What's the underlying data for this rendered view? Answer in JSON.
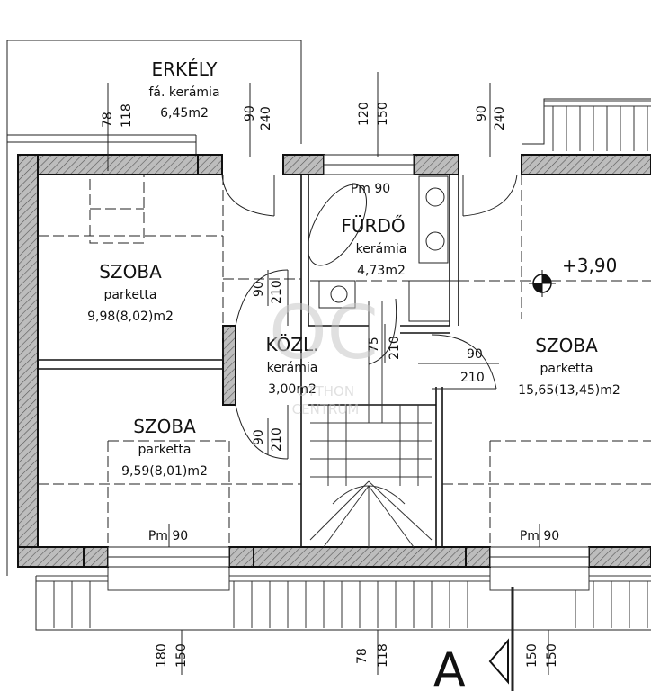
{
  "rooms": {
    "erkely": {
      "name": "ERKÉLY",
      "floor": "fá. kerámia",
      "area": "6,45m2"
    },
    "szoba1": {
      "name": "SZOBA",
      "floor": "parketta",
      "area": "9,98(8,02)m2"
    },
    "furdo": {
      "name": "FÜRDŐ",
      "floor": "kerámia",
      "area": "4,73m2"
    },
    "kozl": {
      "name": "KÖZL.",
      "floor": "kerámia",
      "area": "3,00m2"
    },
    "szoba2": {
      "name": "SZOBA",
      "floor": "parketta",
      "area": "15,65(13,45)m2"
    },
    "szoba3": {
      "name": "SZOBA",
      "floor": "parketta",
      "area": "9,59(8,01)m2"
    }
  },
  "level": "+3,90",
  "pm_labels": {
    "furdo": "Pm 90",
    "left": "Pm 90",
    "right": "Pm 90"
  },
  "dimensions": {
    "top_1a": "78",
    "top_1b": "118",
    "top_2a": "90",
    "top_2b": "240",
    "top_3a": "120",
    "top_3b": "150",
    "top_4a": "90",
    "top_4b": "240",
    "door_furdo_a": "90",
    "door_furdo_b": "210",
    "door_kozl_a": "75",
    "door_kozl_b": "210",
    "door_s3_a": "90",
    "door_s3_b": "210",
    "door_s2_a": "90",
    "door_s2_b": "210",
    "bot_1a": "180",
    "bot_1b": "150",
    "bot_2a": "78",
    "bot_2b": "118",
    "bot_3a": "150",
    "bot_3b": "150"
  },
  "section_label": "A",
  "watermark": {
    "logo": "OC",
    "line1": "OTTHON",
    "line2": "CENTRUM"
  }
}
